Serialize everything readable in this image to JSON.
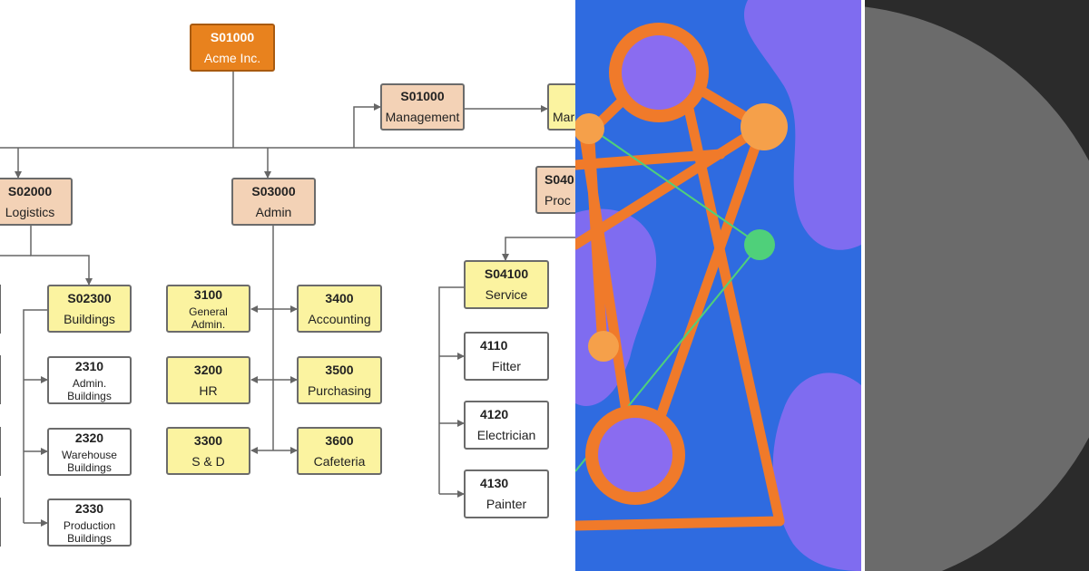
{
  "diagram": {
    "nodes": {
      "root": {
        "code": "S01000",
        "name": "Acme Inc."
      },
      "management": {
        "code": "S01000",
        "name": "Management"
      },
      "management_child": {
        "code": "",
        "name": "Mar"
      },
      "logistics": {
        "code": "S02000",
        "name": "Logistics"
      },
      "admin": {
        "code": "S03000",
        "name": "Admin"
      },
      "production": {
        "code": "S040",
        "name": "Proc"
      },
      "buildings": {
        "code": "S02300",
        "name": "Buildings"
      },
      "admin_buildings": {
        "code": "2310",
        "name": "Admin. Buildings"
      },
      "warehouse_buildings": {
        "code": "2320",
        "name": "Warehouse Buildings"
      },
      "production_buildings": {
        "code": "2330",
        "name": "Production Buildings"
      },
      "general_admin": {
        "code": "3100",
        "name": "General Admin."
      },
      "hr": {
        "code": "3200",
        "name": "HR"
      },
      "s_and_d": {
        "code": "3300",
        "name": "S & D"
      },
      "accounting": {
        "code": "3400",
        "name": "Accounting"
      },
      "purchasing": {
        "code": "3500",
        "name": "Purchasing"
      },
      "cafeteria": {
        "code": "3600",
        "name": "Cafeteria"
      },
      "service": {
        "code": "S04100",
        "name": "Service"
      },
      "fitter": {
        "code": "4110",
        "name": "Fitter"
      },
      "electrician": {
        "code": "4120",
        "name": "Electrician"
      },
      "painter": {
        "code": "4130",
        "name": "Painter"
      }
    }
  },
  "colors": {
    "root_fill": "#e8821e",
    "tan_fill": "#f3d2b6",
    "yellow_fill": "#fbf3a0",
    "connector": "#666666",
    "art_blue": "#2f6be0",
    "art_purple": "#8a6cf0",
    "art_orange": "#f07a2a",
    "art_green": "#4fd07a",
    "disc_gray": "#6b6b6b",
    "disc_background": "#2b2b2b"
  }
}
